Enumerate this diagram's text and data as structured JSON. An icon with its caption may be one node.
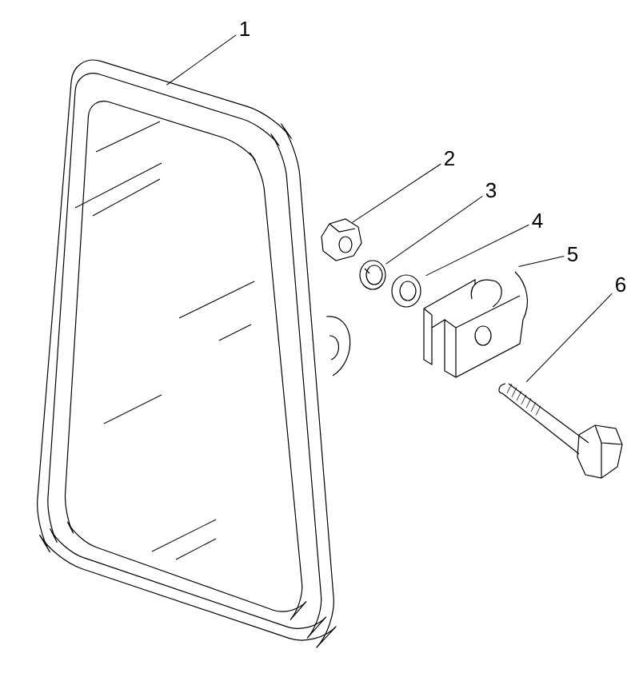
{
  "diagram": {
    "nodes": [
      {
        "text": [
          "1"
        ]
      },
      {
        "text": [
          "2"
        ]
      },
      {
        "text": [
          "3"
        ]
      },
      {
        "text": [
          "4"
        ]
      },
      {
        "text": [
          "5"
        ]
      },
      {
        "text": [
          "6"
        ]
      },
      {
        "text": [],
        "shape": "picture"
      },
      {
        "text": [],
        "shape": "picture"
      },
      {
        "text": [],
        "shape": "picture"
      },
      {
        "text": [],
        "shape": "picture"
      },
      {
        "text": [],
        "shape": "picture"
      },
      {
        "text": [],
        "shape": "picture"
      }
    ],
    "edges": [
      {
        "from": 0,
        "to": 6,
        "arrow": "none"
      },
      {
        "from": 1,
        "to": 7,
        "arrow": "none"
      },
      {
        "from": 2,
        "to": 8,
        "arrow": "none"
      },
      {
        "from": 3,
        "to": 9,
        "arrow": "none"
      },
      {
        "from": 4,
        "to": 10,
        "arrow": "none"
      },
      {
        "from": 5,
        "to": 11,
        "arrow": "none"
      }
    ]
  }
}
